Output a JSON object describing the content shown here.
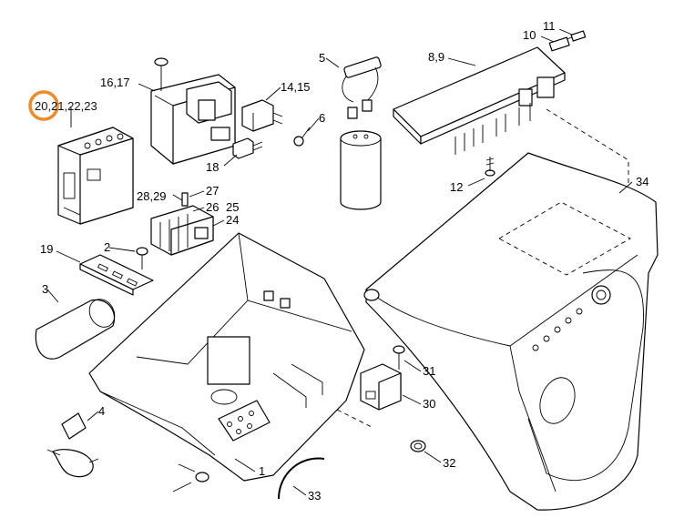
{
  "diagram": {
    "highlight_color": "#f08a24",
    "callouts": [
      {
        "key": "c1",
        "text": "11"
      },
      {
        "key": "c2",
        "text": "10"
      },
      {
        "key": "c3",
        "text": "8,9"
      },
      {
        "key": "c4",
        "text": "16,17"
      },
      {
        "key": "c5",
        "text": "20,21,22,23"
      },
      {
        "key": "c6",
        "text": "14,15"
      },
      {
        "key": "c7",
        "text": "5"
      },
      {
        "key": "c8",
        "text": "6"
      },
      {
        "key": "c9",
        "text": "18"
      },
      {
        "key": "c10",
        "text": "12"
      },
      {
        "key": "c11",
        "text": "34"
      },
      {
        "key": "c12",
        "text": "28,29"
      },
      {
        "key": "c13",
        "text": "27"
      },
      {
        "key": "c14",
        "text": "26"
      },
      {
        "key": "c15",
        "text": "25"
      },
      {
        "key": "c16",
        "text": "24"
      },
      {
        "key": "c17",
        "text": "19"
      },
      {
        "key": "c18",
        "text": "2"
      },
      {
        "key": "c19",
        "text": "3"
      },
      {
        "key": "c20",
        "text": "31"
      },
      {
        "key": "c21",
        "text": "30"
      },
      {
        "key": "c22",
        "text": "4"
      },
      {
        "key": "c23",
        "text": "32"
      },
      {
        "key": "c24",
        "text": "1"
      },
      {
        "key": "c25",
        "text": "33"
      }
    ]
  }
}
